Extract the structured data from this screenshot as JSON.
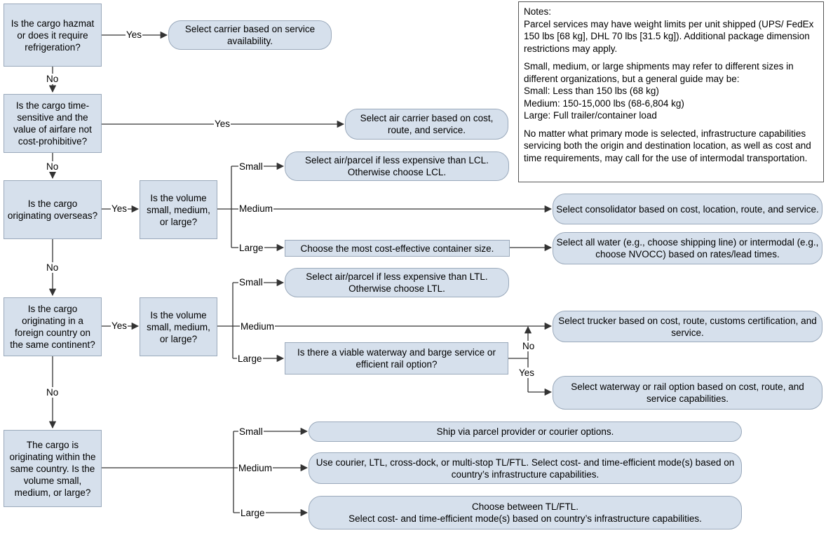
{
  "decisions": {
    "hazmat": "Is the cargo hazmat or does it require refrigeration?",
    "time_sensitive": "Is the cargo time-sensitive and the value of airfare not cost-prohibitive?",
    "overseas": "Is the cargo originating overseas?",
    "foreign_continent": "Is the cargo originating in a foreign country on the same continent?",
    "domestic": "The cargo is originating within the same country. Is the volume small, medium, or large?",
    "volume_overseas": "Is the volume small, medium, or large?",
    "volume_continent": "Is the volume small, medium, or large?",
    "waterway": "Is there a viable waterway and barge service or efficient rail option?",
    "container": "Choose the most cost-effective container size."
  },
  "outcomes": {
    "carrier_availability": "Select carrier based on service availability.",
    "air_carrier": "Select air carrier based on cost, route, and service.",
    "air_parcel_lcl": "Select air/parcel if less expensive than LCL. Otherwise choose LCL.",
    "consolidator": "Select consolidator based on cost, location, route, and service.",
    "all_water": "Select all water (e.g., choose shipping line) or intermodal (e.g., choose NVOCC) based on rates/lead times.",
    "air_parcel_ltl": "Select air/parcel if less expensive than LTL. Otherwise choose LTL.",
    "trucker": "Select trucker based on cost, route, customs certification, and service.",
    "waterway_rail": "Select waterway or rail option based on cost, route, and service capabilities.",
    "parcel_courier": "Ship via parcel provider or courier options.",
    "courier_ltl": "Use courier, LTL, cross-dock, or multi-stop TL/FTL. Select cost- and time-efficient mode(s) based on country’s infrastructure capabilities.",
    "tl_ftl_line1": "Choose between TL/FTL.",
    "tl_ftl_line2": "Select cost- and time-efficient mode(s) based on country’s infrastructure capabilities."
  },
  "labels": {
    "yes": "Yes",
    "no": "No",
    "small": "Small",
    "medium": "Medium",
    "large": "Large"
  },
  "notes": {
    "title": "Notes:",
    "p1": "Parcel services may have weight limits per unit shipped (UPS/ FedEx 150 lbs [68 kg], DHL 70 lbs [31.5 kg]). Additional package dimension restrictions may apply.",
    "p2_intro": "Small, medium, or large shipments may refer to different sizes in different organizations, but a general guide may be:",
    "p2_small": "Small: Less than 150 lbs (68 kg)",
    "p2_medium": "Medium: 150-15,000 lbs (68-6,804 kg)",
    "p2_large": "Large: Full trailer/container load",
    "p3": "No matter what primary mode is selected, infrastructure capabilities servicing both the origin and destination location, as well as cost and time requirements, may call for the use of intermodal transportation."
  }
}
